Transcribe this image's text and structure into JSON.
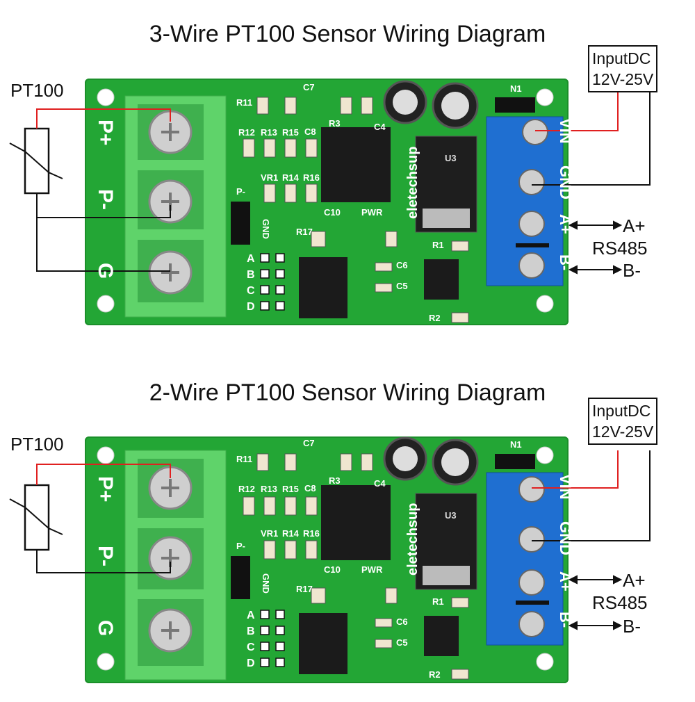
{
  "panels": [
    {
      "title": "3-Wire PT100 Sensor Wiring Diagram",
      "sensor_label": "PT100",
      "input_label_line1": "InputDC",
      "input_label_line2": "12V-25V",
      "rs485_a": "A+",
      "rs485_label": "RS485",
      "rs485_b": "B-",
      "wires": 3
    },
    {
      "title": "2-Wire PT100 Sensor Wiring Diagram",
      "sensor_label": "PT100",
      "input_label_line1": "InputDC",
      "input_label_line2": "12V-25V",
      "rs485_a": "A+",
      "rs485_label": "RS485",
      "rs485_b": "B-",
      "wires": 2
    }
  ],
  "board": {
    "terminal_left": [
      "P+",
      "P-",
      "G"
    ],
    "terminal_right": [
      "VIN",
      "GND",
      "A+",
      "B-"
    ],
    "jumper_labels": [
      "P-",
      "GND"
    ],
    "mode_labels": [
      "A",
      "B",
      "C",
      "D"
    ],
    "brand": "eletechsup",
    "components": [
      "R11",
      "C7",
      "R12",
      "R13",
      "R15",
      "C8",
      "R3",
      "C4",
      "VR1",
      "R14",
      "R16",
      "C10",
      "PWR",
      "R17",
      "R1",
      "C6",
      "C5",
      "R2",
      "N1",
      "U3"
    ]
  },
  "colors": {
    "pcb": "#23a635",
    "terminal_green": "#5fd36a",
    "terminal_blue": "#1f6fd1",
    "wire_red": "#e02020",
    "wire_black": "#111111"
  }
}
